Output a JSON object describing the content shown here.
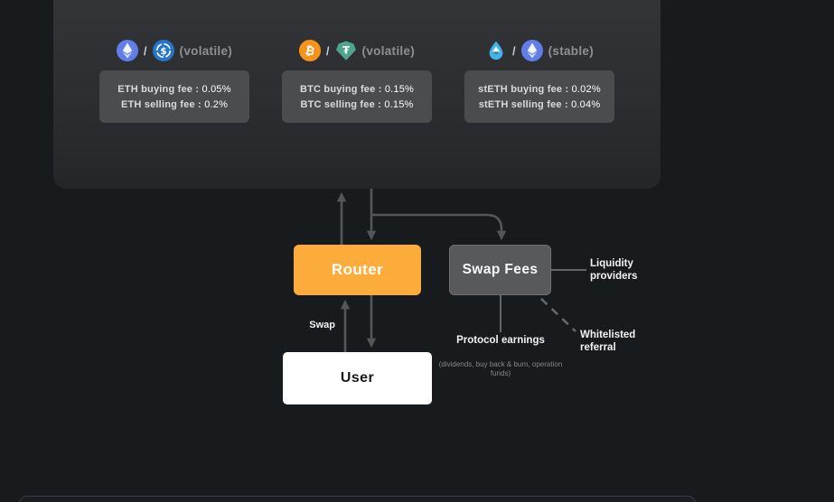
{
  "colors": {
    "background": "#181B1E",
    "panel_top": "#333438",
    "panel_bottom": "#242628",
    "fee_box": "#4B4C4D",
    "router_box": "#FBAC3A",
    "swap_fees_box": "#58595B",
    "user_box": "#FFFFFF",
    "arrow": "#54575A",
    "eth": "#627EEA",
    "usdc": "#2775CA",
    "btc": "#F7931A",
    "usdt": "#4EA58C",
    "steth": "#41B2E8"
  },
  "separator": "/",
  "pairs": [
    {
      "icon_a": "eth-icon",
      "icon_b": "usdc-icon",
      "type_label": "(volatile)",
      "fees": [
        {
          "label": "ETH buying fee :",
          "value": "0.05%"
        },
        {
          "label": "ETH selling fee :",
          "value": "0.2%"
        }
      ]
    },
    {
      "icon_a": "btc-icon",
      "icon_b": "usdt-icon",
      "type_label": "(volatile)",
      "fees": [
        {
          "label": "BTC buying fee :",
          "value": "0.15%"
        },
        {
          "label": "BTC selling fee :",
          "value": "0.15%"
        }
      ]
    },
    {
      "icon_a": "steth-icon",
      "icon_b": "eth-icon",
      "type_label": "(stable)",
      "fees": [
        {
          "label": "stETH buying fee :",
          "value": "0.02%"
        },
        {
          "label": "stETH selling fee :",
          "value": "0.04%"
        }
      ]
    }
  ],
  "nodes": {
    "router": "Router",
    "swap_fees": "Swap Fees",
    "user": "User"
  },
  "annotations": {
    "swap": "Swap",
    "liquidity_providers": "Liquidity providers",
    "whitelisted_referral": "Whitelisted referral",
    "protocol_earnings": "Protocol earnings",
    "protocol_earnings_detail": "(dividends, buy back & burn, operation funds)"
  }
}
